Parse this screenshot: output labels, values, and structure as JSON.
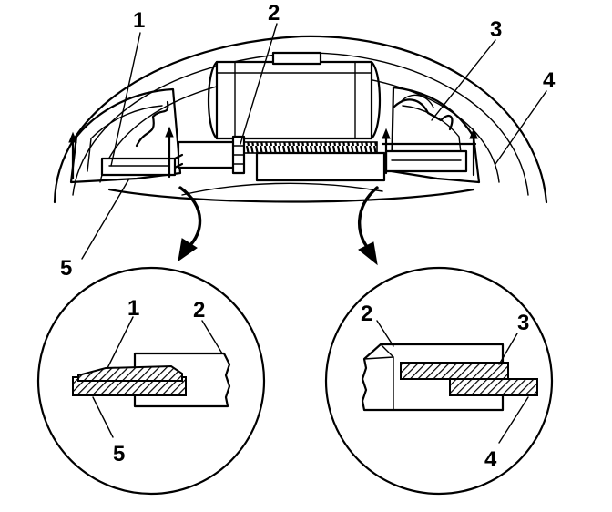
{
  "callouts": {
    "top_1": "1",
    "top_2": "2",
    "top_3": "3",
    "top_4": "4",
    "top_5": "5",
    "left_detail_1": "1",
    "left_detail_2": "2",
    "left_detail_5": "5",
    "right_detail_2": "2",
    "right_detail_3": "3",
    "right_detail_4": "4"
  },
  "icons": {
    "arrow_left": "curved-arrow-down-icon",
    "arrow_right": "curved-arrow-down-icon"
  }
}
